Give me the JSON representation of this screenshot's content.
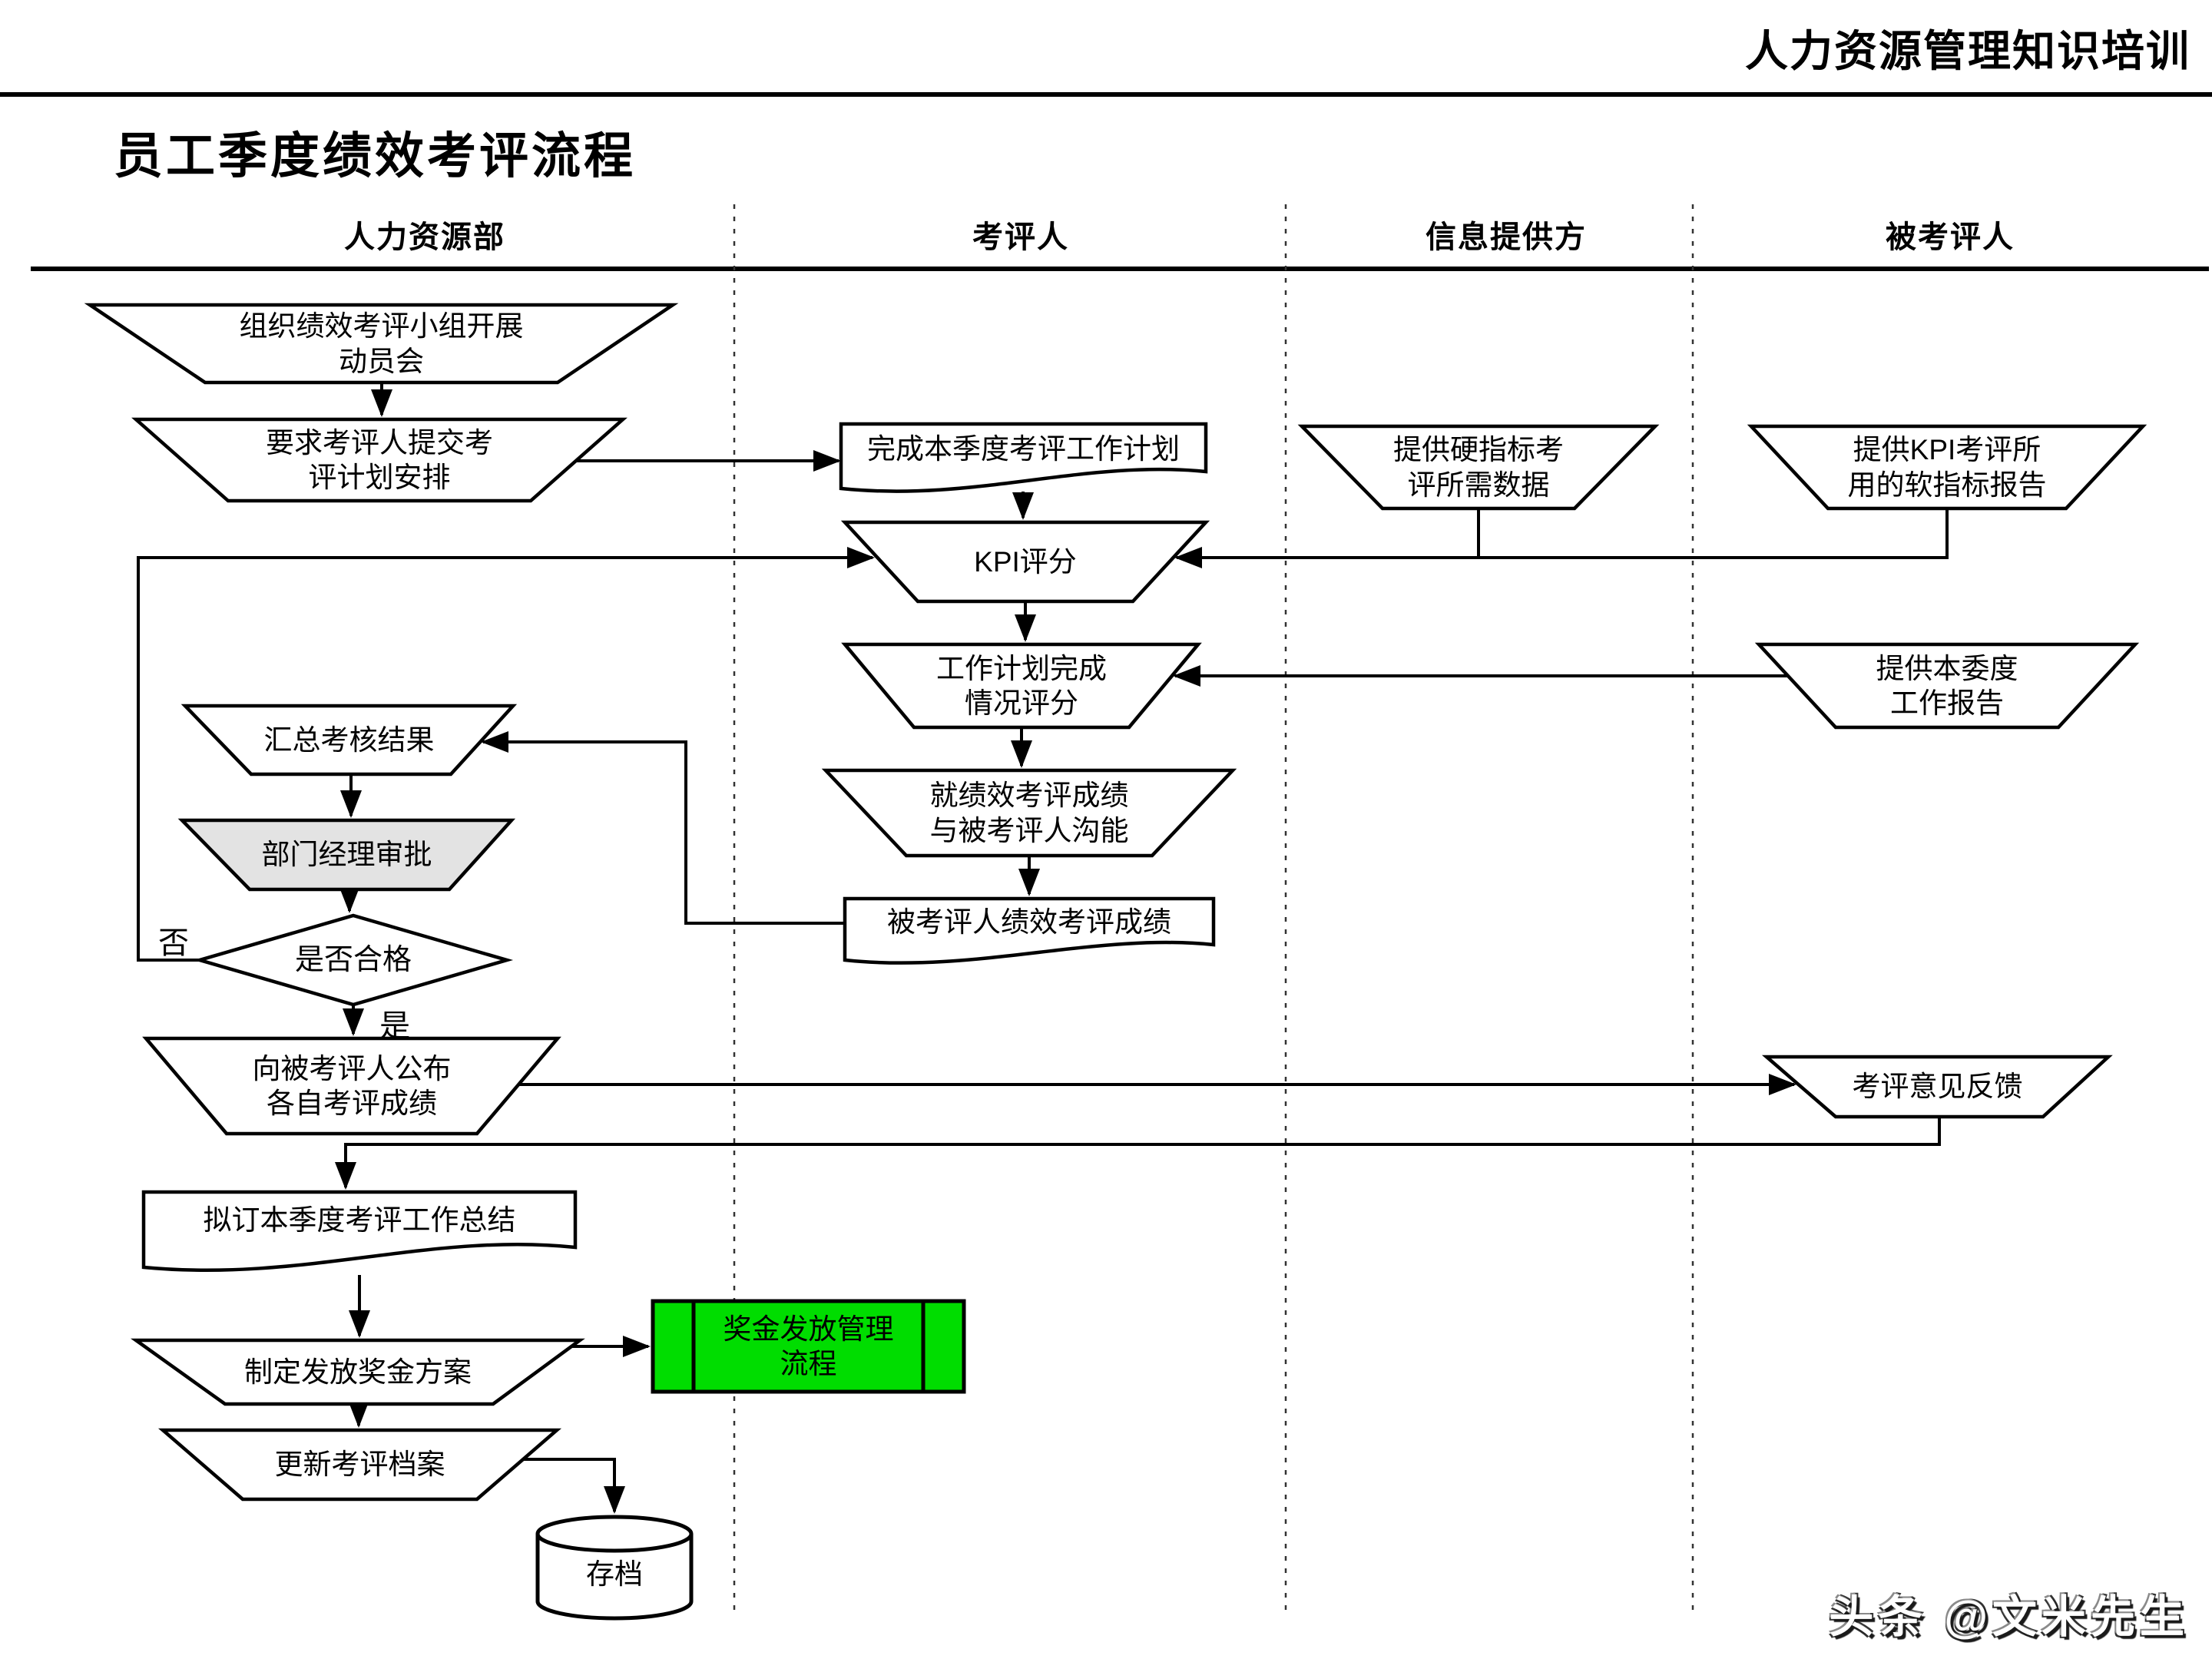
{
  "header": {
    "brand": "人力资源管理知识培训"
  },
  "title": "员工季度绩效考评流程",
  "lanes": [
    {
      "label": "人力资源部"
    },
    {
      "label": "考评人"
    },
    {
      "label": "信息提供方"
    },
    {
      "label": "被考评人"
    }
  ],
  "nodes": {
    "org_mobilize": {
      "label": "组织绩效考评小组开展\n动员会",
      "shape": "trapezoid"
    },
    "require_plan": {
      "label": "要求考评人提交考\n评计划安排",
      "shape": "trapezoid"
    },
    "complete_plan": {
      "label": "完成本季度考评工作计划",
      "shape": "document"
    },
    "kpi_score": {
      "label": "KPI评分",
      "shape": "trapezoid"
    },
    "hard_data": {
      "label": "提供硬指标考\n评所需数据",
      "shape": "trapezoid"
    },
    "kpi_report": {
      "label": "提供KPI考评所\n用的软指标报告",
      "shape": "trapezoid"
    },
    "plan_score": {
      "label": "工作计划完成\n情况评分",
      "shape": "trapezoid"
    },
    "work_report": {
      "label": "提供本委度\n工作报告",
      "shape": "trapezoid"
    },
    "comm_score": {
      "label": "就绩效考评成绩\n与被考评人沟能",
      "shape": "trapezoid"
    },
    "eval_result_doc": {
      "label": "被考评人绩效考评成绩",
      "shape": "document"
    },
    "summary": {
      "label": "汇总考核结果",
      "shape": "trapezoid"
    },
    "manager_approve": {
      "label": "部门经理审批",
      "shape": "trapezoid-gray"
    },
    "qualified": {
      "label": "是否合格",
      "shape": "diamond"
    },
    "publish": {
      "label": "向被考评人公布\n各自考评成绩",
      "shape": "trapezoid"
    },
    "feedback": {
      "label": "考评意见反馈",
      "shape": "trapezoid"
    },
    "summary_doc": {
      "label": "拟订本季度考评工作总结",
      "shape": "document"
    },
    "bonus_plan": {
      "label": "制定发放奖金方案",
      "shape": "trapezoid"
    },
    "bonus_process": {
      "label": "奖金发放管理\n流程",
      "shape": "predefined-process"
    },
    "update_archive": {
      "label": "更新考评档案",
      "shape": "trapezoid"
    },
    "archive": {
      "label": "存档",
      "shape": "cylinder"
    }
  },
  "decision_labels": {
    "no": "否",
    "yes": "是"
  },
  "watermark": "头条 @文米先生",
  "colors": {
    "subprocess_fill": "#00dd00",
    "approval_fill": "#e3e3e3",
    "line": "#000000",
    "background": "#ffffff"
  }
}
